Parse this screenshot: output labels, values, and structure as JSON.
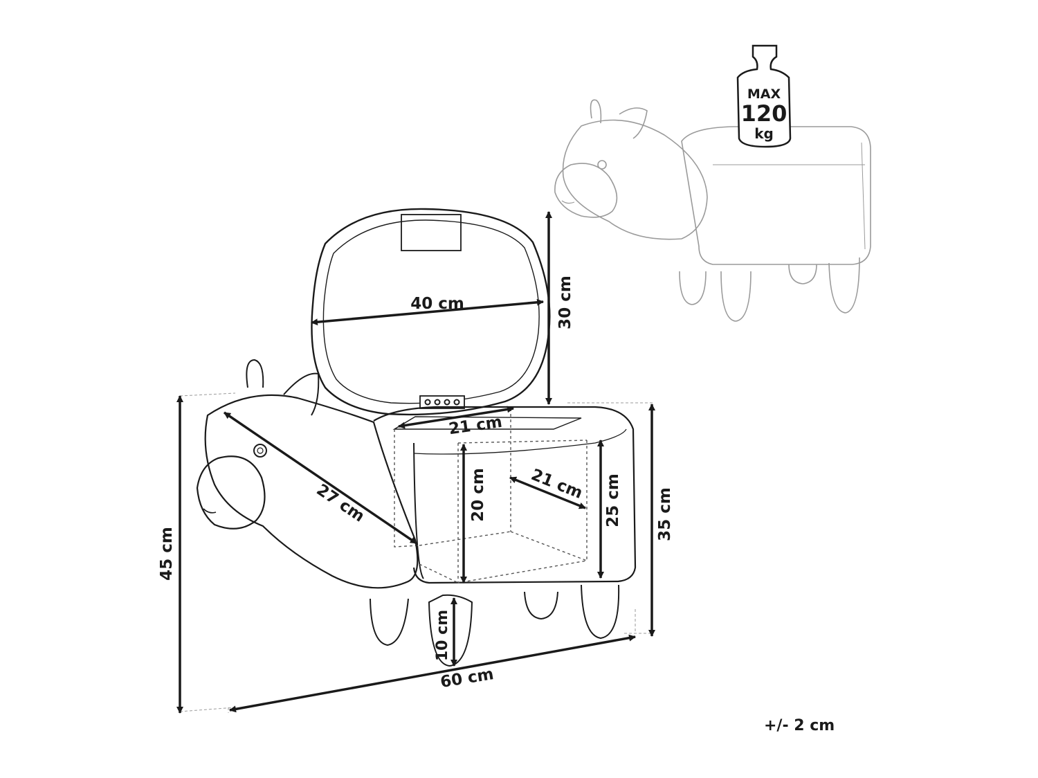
{
  "dimensions": {
    "lid_width": "40 cm",
    "lid_height": "30 cm",
    "storage_width": "21 cm",
    "storage_depth": "21 cm",
    "storage_height": "20 cm",
    "head_length": "27 cm",
    "body_height": "25 cm",
    "seat_height": "35 cm",
    "total_height": "45 cm",
    "leg_height": "10 cm",
    "total_length": "60 cm"
  },
  "max_load": {
    "line1": "MAX",
    "line2": "120",
    "line3": "kg"
  },
  "tolerance": "+/- 2 cm",
  "colors": {
    "line": "#1a1a1a",
    "faint": "#9a9a9a",
    "dash": "#555555"
  }
}
